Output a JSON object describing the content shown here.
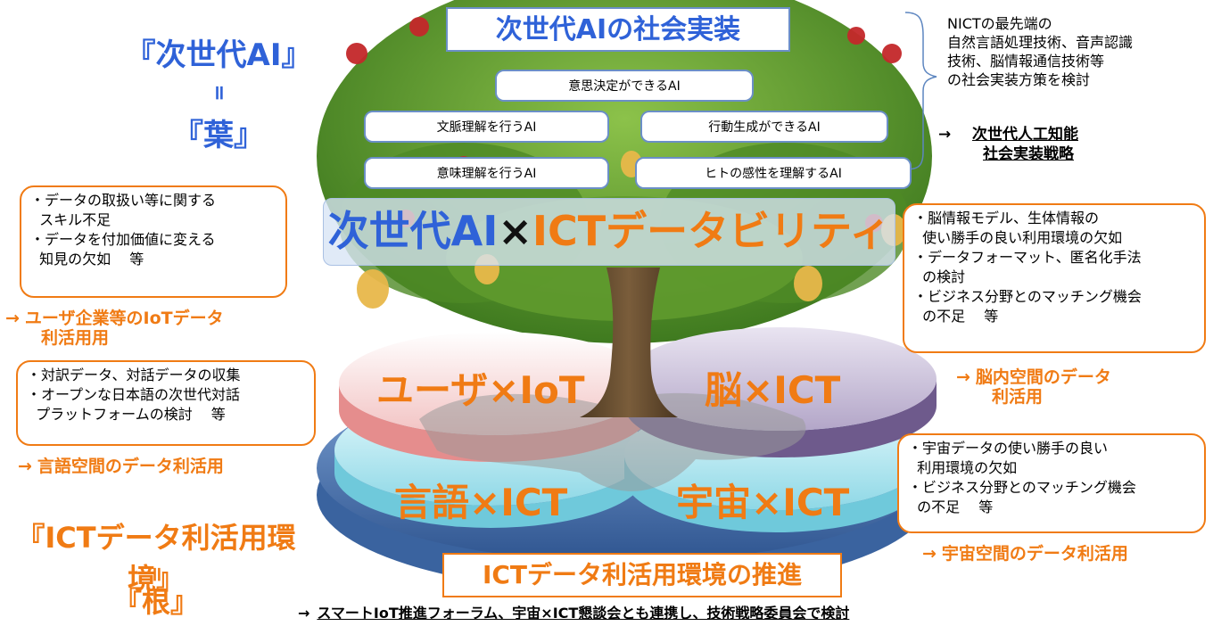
{
  "left_top": {
    "title": "『次世代AI』",
    "eq": "॥",
    "leaf": "『葉』"
  },
  "left_bottom": {
    "title": "『ICTデータ利活用環境』",
    "eq": "॥",
    "root": "『根』"
  },
  "top_banner": "次世代AIの社会実装",
  "ai_boxes": {
    "decision": "意思決定ができるAI",
    "context": "文脈理解を行うAI",
    "action": "行動生成ができるAI",
    "meaning": "意味理解を行うAI",
    "human": "ヒトの感性を理解するAI"
  },
  "center_title": {
    "part1": "次世代AI",
    "cross": "×",
    "part2": "ICTデータビリティ"
  },
  "right_note": {
    "lines": [
      "NICTの最先端の",
      "自然言語処理技術、音声認識",
      "技術、脳情報通信技術等",
      "の社会実装方策を検討"
    ],
    "arrow": "→",
    "strategy_line1": "次世代人工知能",
    "strategy_line2": "社会実装戦略"
  },
  "callout_user": {
    "lines": [
      "・データの取扱い等に関する",
      "  スキル不足",
      "・データを付加価値に変える",
      "  知見の欠如　 等"
    ]
  },
  "arrow_user": {
    "arrow": "→",
    "line1": "ユーザ企業等のIoTデータ",
    "line2": "利活用用"
  },
  "callout_lang": {
    "lines": [
      "・対訳データ、対話データの収集",
      "・オープンな日本語の次世代対話",
      "  プラットフォームの検討　 等"
    ]
  },
  "arrow_lang": {
    "arrow": "→",
    "text": "言語空間のデータ利活用"
  },
  "callout_brain": {
    "lines": [
      "・脳情報モデル、生体情報の",
      "  使い勝手の良い利用環境の欠如",
      "・データフォーマット、匿名化手法",
      "  の検討",
      "・ビジネス分野とのマッチング機会",
      "  の不足　 等"
    ]
  },
  "arrow_brain": {
    "arrow": "→",
    "line1": "脳内空間のデータ",
    "line2": "利活用"
  },
  "callout_space": {
    "lines": [
      "・宇宙データの使い勝手の良い",
      "  利用環境の欠如",
      "・ビジネス分野とのマッチング機会",
      "  の不足　 等"
    ]
  },
  "arrow_space": {
    "arrow": "→",
    "text": "宇宙空間のデータ利活用"
  },
  "discs": {
    "user": "ユーザ×IoT",
    "brain": "脳×ICT",
    "lang": "言語×ICT",
    "space": "宇宙×ICT"
  },
  "bottom_banner": "ICTデータ利活用環境の推進",
  "bottom_note": {
    "arrow": "→",
    "text": "スマートIoT推進フォーラム、宇宙×ICT懇談会とも連携し、技術戦略委員会で検討"
  },
  "colors": {
    "accent_orange": "#f07b14",
    "accent_blue": "#2f62d8",
    "leaf_green": "#5f9a2e",
    "disc_blue": "#5d86c0"
  }
}
